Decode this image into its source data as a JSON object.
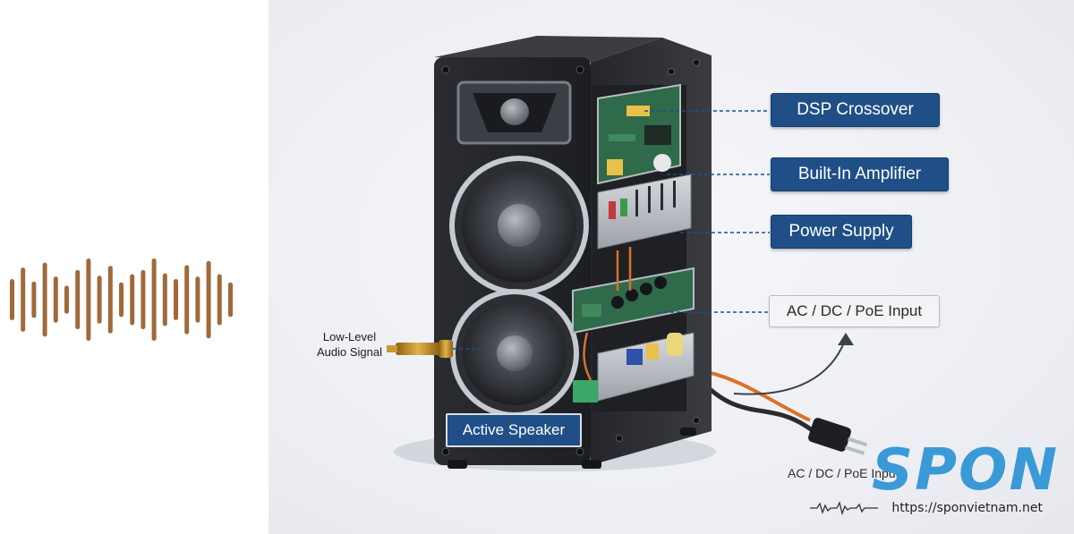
{
  "callouts": {
    "dsp": "DSP Crossover",
    "amp": "Built-In Amplifier",
    "power": "Power Supply",
    "input": "AC / DC / PoE Input"
  },
  "signal_label_line1": "Low-Level",
  "signal_label_line2": "Audio Signal",
  "speaker_badge": "Active Speaker",
  "plug_label": "AC / DC / PoE Input",
  "brand": {
    "name": "SPON",
    "url": "https://sponvietnam.net"
  },
  "colors": {
    "callout_blue": "#1f4f86",
    "waveform_brown": "#a0693a",
    "brand_blue": "#3a9ad8",
    "cable_orange": "#d9722a"
  },
  "waveform_levels": [
    0.5,
    0.78,
    0.44,
    0.9,
    0.56,
    0.34,
    0.72,
    1.0,
    0.58,
    0.82,
    0.42,
    0.62,
    0.72,
    1.0,
    0.64,
    0.5,
    0.84,
    0.56,
    0.94,
    0.62,
    0.42
  ]
}
